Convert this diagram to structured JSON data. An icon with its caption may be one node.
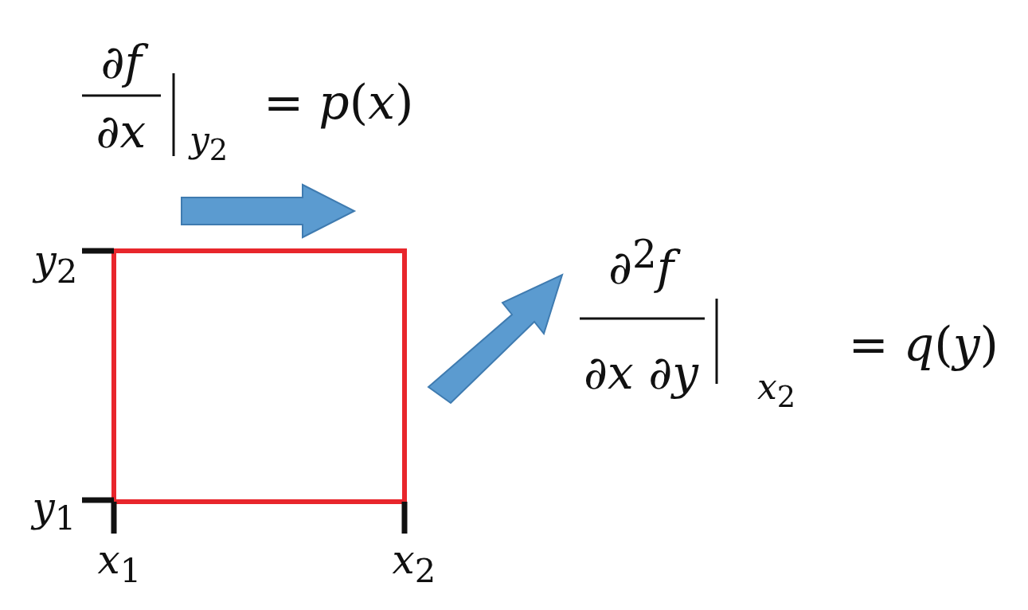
{
  "diagram": {
    "nodes": [
      {
        "text": [],
        "shape": "box"
      }
    ],
    "labels": [
      "∂*f*",
      "∂*x*",
      "*y*$_{2}$",
      "= *p*(*x*)",
      "*y*$_{2}$",
      "∂$^{2}$*f*",
      "∂*x* ∂*y*",
      "*x*$_{2}$",
      "= *q*(*y*)",
      "*y*$_{1}$",
      "*x*$_{1}$",
      "*x*$_{2}$"
    ]
  }
}
